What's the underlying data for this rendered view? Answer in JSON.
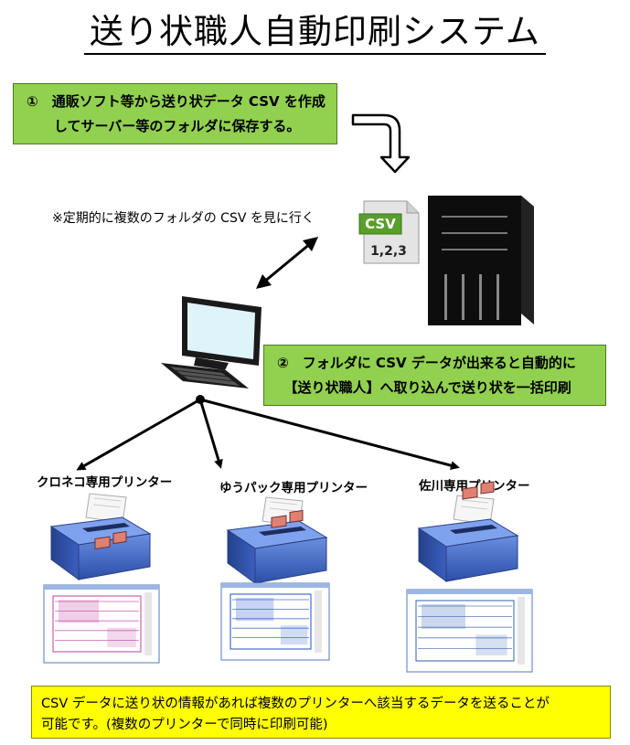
{
  "title": "送り状職人自動印刷システム",
  "step1": "①　通販ソフト等から送り状データ CSV を作成\n　　してサーバー等のフォルダに保存する。",
  "note": "※定期的に複数のフォルダの CSV を見に行く",
  "csv_icon": {
    "badge": "CSV",
    "caption": "1,2,3"
  },
  "step2": "②　フォルダに CSV データが出来ると自動的に\n　【送り状職人】へ取り込んで送り状を一括印刷",
  "printers": [
    {
      "label": "クロネコ専用プリンター",
      "accent": "#c040a0",
      "icon": "printer-icon"
    },
    {
      "label": "ゆうパック専用プリンター",
      "accent": "#2050d0",
      "icon": "printer-icon"
    },
    {
      "label": "佐川専用プリンター",
      "accent": "#3060b0",
      "icon": "printer-icon"
    }
  ],
  "footer": "CSV データに送り状の情報があれば複数のプリンターへ該当するデータを送ることが\n可能です。(複数のプリンターで同時に印刷可能)",
  "colors": {
    "step_box": "#92d050",
    "footer_box": "#ffff00",
    "server": "#111111"
  }
}
